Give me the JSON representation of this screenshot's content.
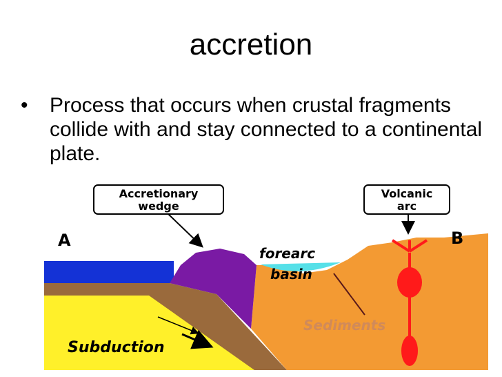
{
  "slide": {
    "title": "accretion",
    "bullets": [
      {
        "symbol": "•",
        "text": "Process that occurs when crustal fragments collide with and stay connected to a continental plate."
      }
    ]
  },
  "diagram": {
    "labels": {
      "accretionary_wedge_line1": "Accretionary",
      "accretionary_wedge_line2": "wedge",
      "volcanic_arc_line1": "Volcanic",
      "volcanic_arc_line2": "arc",
      "point_a": "A",
      "point_b": "B",
      "forearc_line1": "forearc",
      "forearc_line2": "basin",
      "sediments": "Sediments",
      "subduction": "Subduction"
    },
    "colors": {
      "ocean": "#1432d6",
      "oceanic_crust": "#9a6a3c",
      "mantle": "#fff02a",
      "continental_plate": "#f39a33",
      "wedge": "#7a1aa4",
      "forearc_basin": "#56e0e8",
      "magma": "#ff1a1a",
      "sediments_text": "#d08a5a"
    }
  }
}
